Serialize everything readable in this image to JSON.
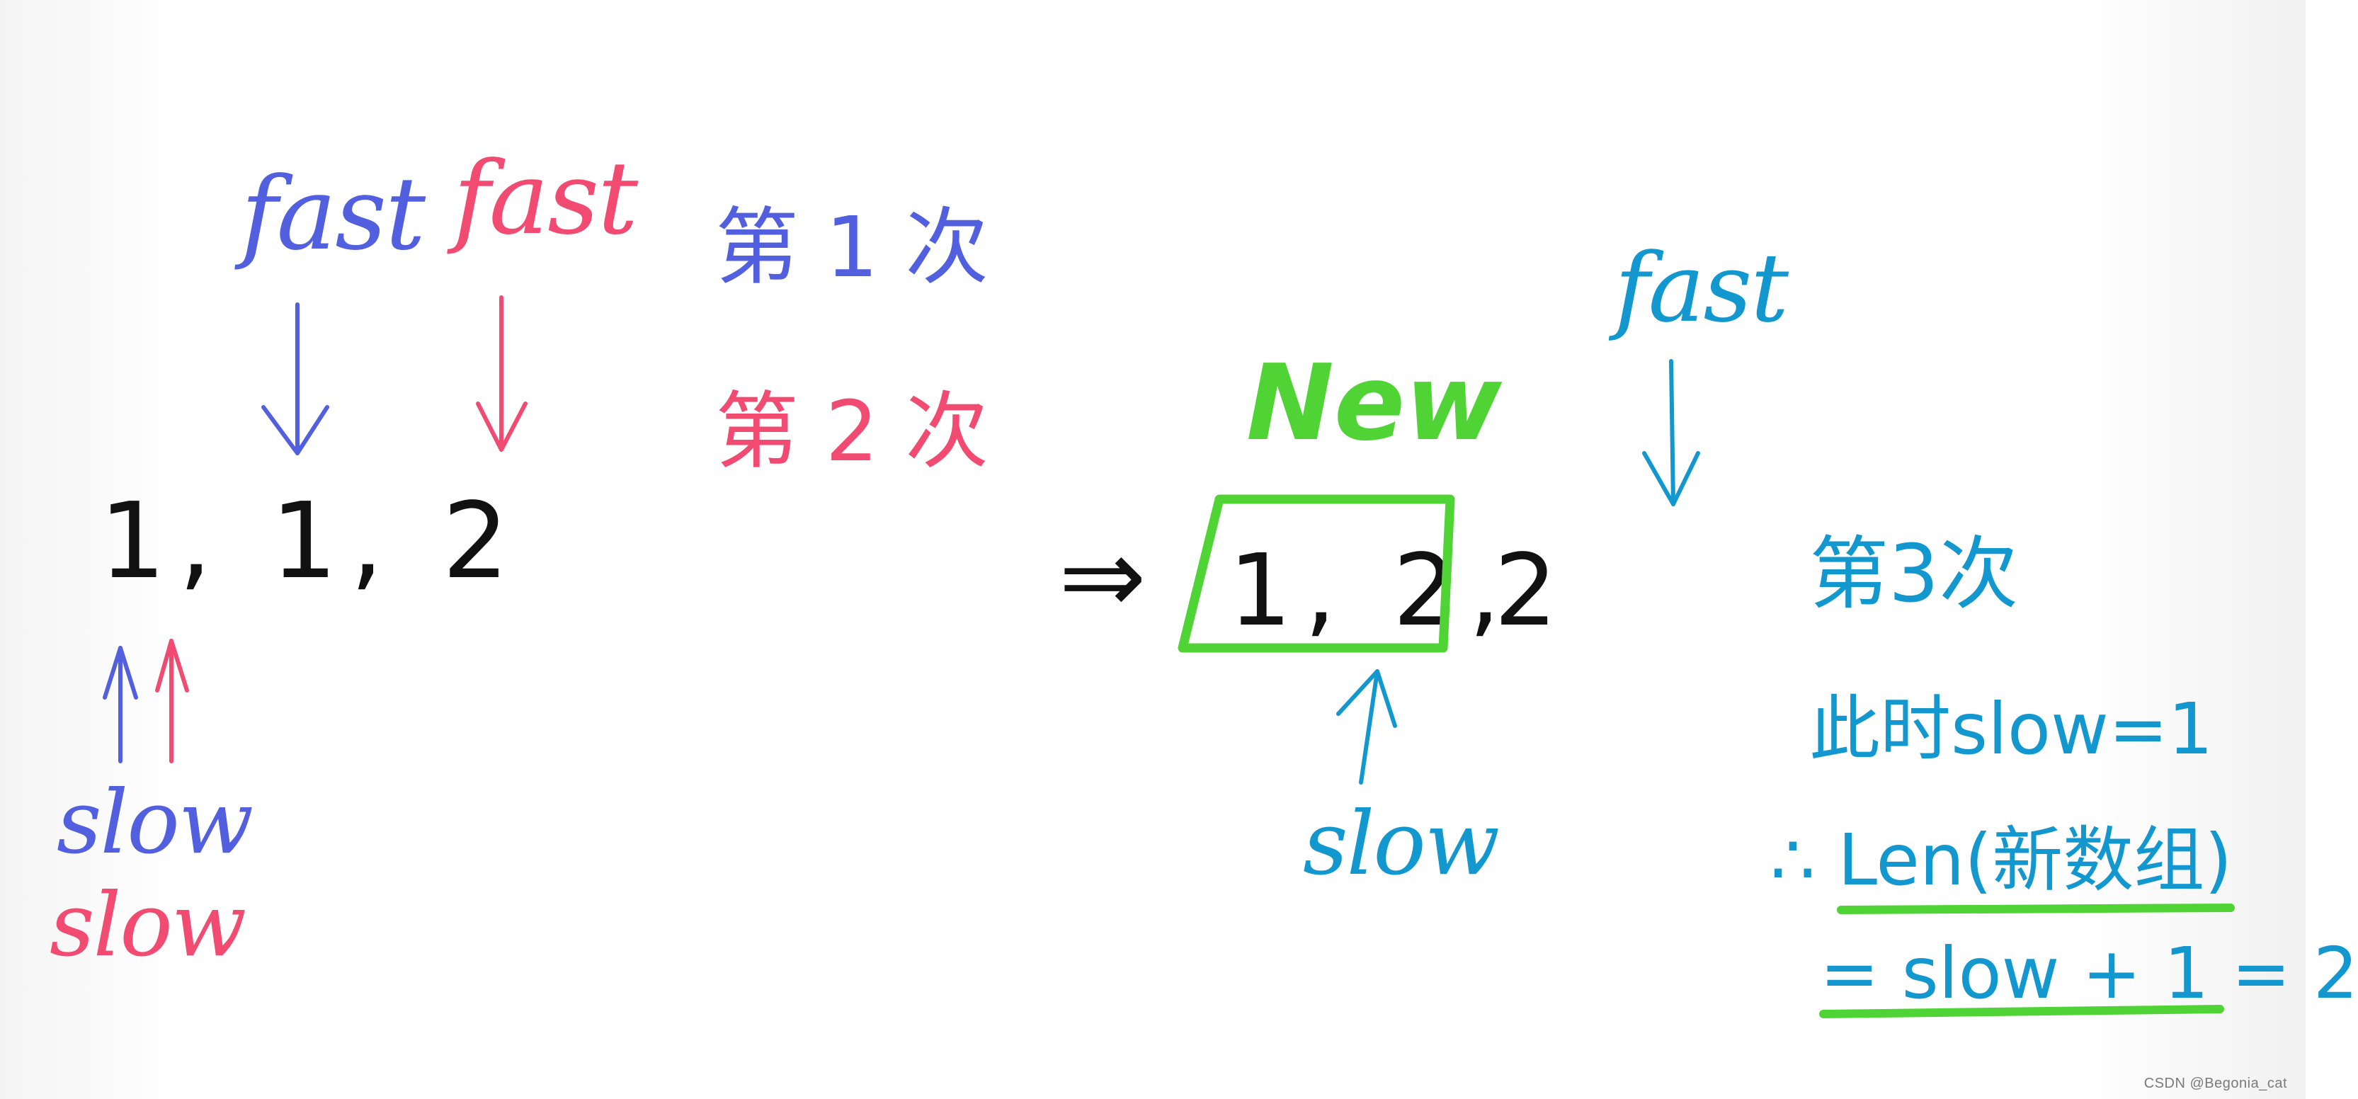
{
  "labels": {
    "fast_blue": "fast",
    "fast_pink": "fast",
    "fast_teal": "fast",
    "round1": "第 1 次",
    "round2": "第 2 次",
    "round3": "第3次",
    "new": "New",
    "slow_blue": "slow",
    "slow_pink": "slow",
    "slow_teal": "slow",
    "note_line1": "此时slow=1",
    "note_line2": "∴ Len(新数组)",
    "note_line3": "= slow + 1 = 2",
    "arrow_implies": "⇒"
  },
  "arrays": {
    "original": "1, 1, 2",
    "new_boxed": "1, 2,",
    "new_tail": "2"
  },
  "watermark": "CSDN @Begonia_cat",
  "colors": {
    "blue": "#5260df",
    "pink": "#f14b71",
    "teal": "#1397cf",
    "green": "#50d435",
    "black": "#111111"
  }
}
